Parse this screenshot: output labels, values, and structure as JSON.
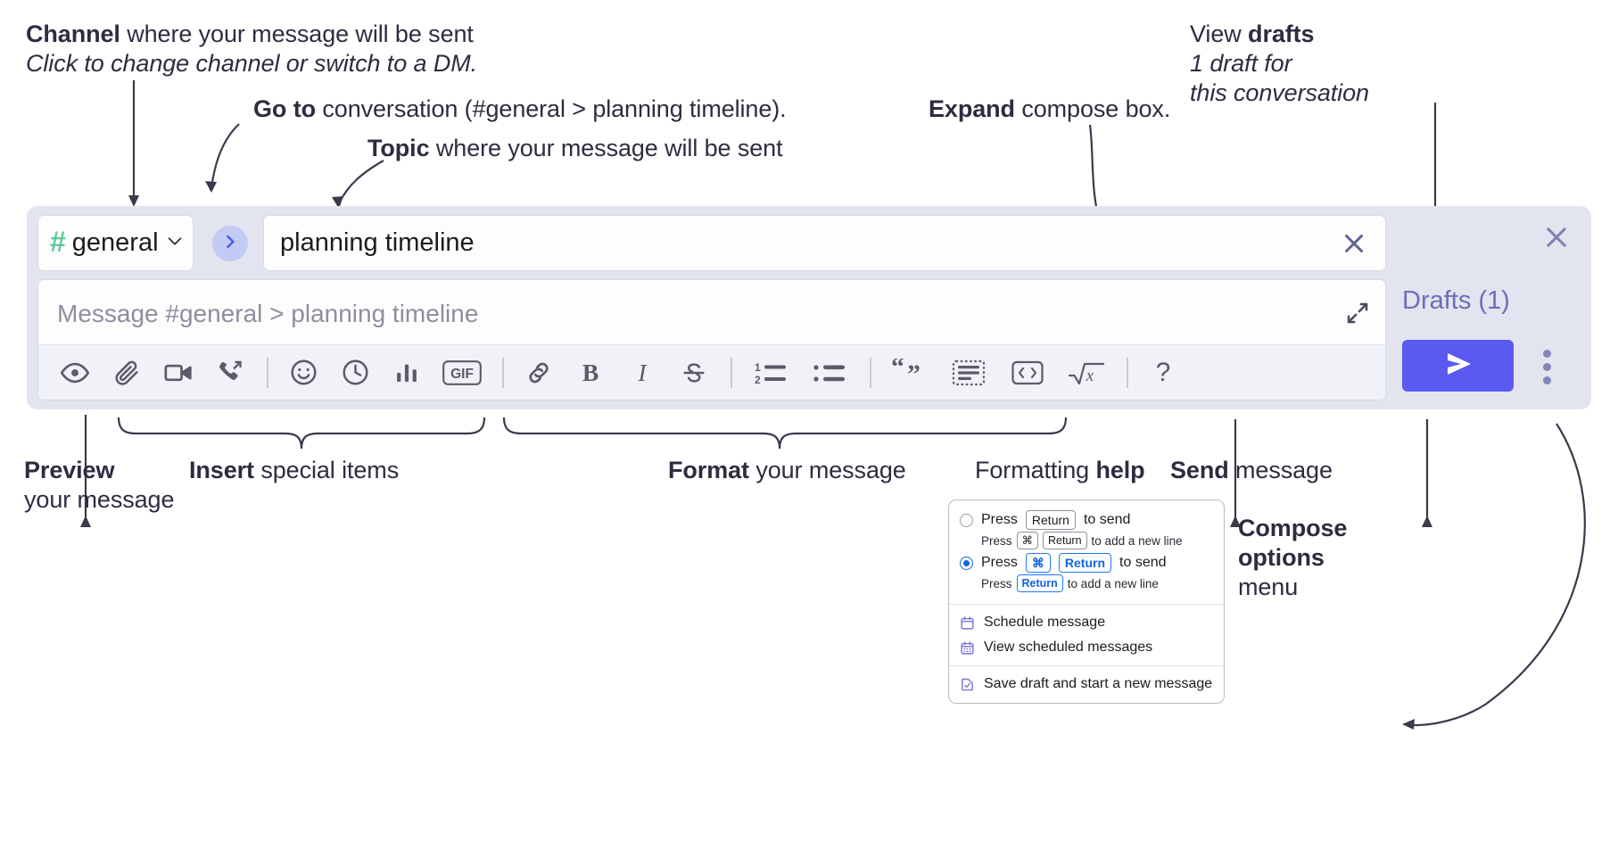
{
  "annotations": {
    "channel": {
      "bold": "Channel",
      "rest": " where your message will be sent",
      "italic": "Click to change channel or switch to a DM."
    },
    "goto": {
      "bold": "Go to",
      "rest": " conversation (#general > planning timeline)."
    },
    "topic": {
      "bold": "Topic",
      "rest": " where your message will be sent"
    },
    "expand": {
      "bold": "Expand",
      "rest": " compose box."
    },
    "drafts": {
      "pre": "View ",
      "bold": "drafts",
      "italic1": "1 draft for",
      "italic2": "this conversation"
    },
    "preview": {
      "bold": "Preview",
      "rest": "your message"
    },
    "insert": {
      "bold": "Insert",
      "rest": " special items"
    },
    "format": {
      "bold": "Format",
      "rest": " your message"
    },
    "help": {
      "pre": "Formatting ",
      "bold": "help"
    },
    "send": {
      "bold": "Send",
      "rest": " message"
    },
    "compose_options": {
      "bold1": "Compose",
      "bold2": "options",
      "rest": "menu"
    }
  },
  "compose": {
    "channel": {
      "hash": "#",
      "name": "general",
      "chevron_icon": "chevron-down-icon"
    },
    "goto_icon": "chevron-right-icon",
    "topic": {
      "value": "planning timeline",
      "clear_icon": "close-icon"
    },
    "message": {
      "placeholder": "Message #general > planning timeline",
      "expand_icon": "expand-icon"
    },
    "drafts_label": "Drafts (1)",
    "close_icon": "close-icon",
    "send_icon": "send-icon",
    "options_icon": "more-vertical-icon",
    "toolbar": [
      {
        "name": "preview-icon",
        "label": "Preview"
      },
      {
        "name": "attachment-icon",
        "label": "Attach file"
      },
      {
        "name": "video-icon",
        "label": "Video clip"
      },
      {
        "name": "audio-call-icon",
        "label": "Audio clip"
      },
      {
        "name": "separator",
        "label": ""
      },
      {
        "name": "emoji-icon",
        "label": "Emoji"
      },
      {
        "name": "reminder-clock-icon",
        "label": "Reminder"
      },
      {
        "name": "poll-bar-chart-icon",
        "label": "Poll"
      },
      {
        "name": "gif-icon",
        "label": "GIF"
      },
      {
        "name": "separator",
        "label": ""
      },
      {
        "name": "link-icon",
        "label": "Link"
      },
      {
        "name": "bold-icon",
        "label": "B"
      },
      {
        "name": "italic-icon",
        "label": "I"
      },
      {
        "name": "strikethrough-icon",
        "label": "S"
      },
      {
        "name": "separator",
        "label": ""
      },
      {
        "name": "ordered-list-icon",
        "label": "Ordered list"
      },
      {
        "name": "bulleted-list-icon",
        "label": "Bulleted list"
      },
      {
        "name": "separator",
        "label": ""
      },
      {
        "name": "blockquote-icon",
        "label": "Blockquote"
      },
      {
        "name": "code-block-icon",
        "label": "Code block"
      },
      {
        "name": "inline-code-icon",
        "label": "Code"
      },
      {
        "name": "latex-icon",
        "label": "LaTeX"
      },
      {
        "name": "separator",
        "label": ""
      },
      {
        "name": "help-icon",
        "label": "?"
      }
    ]
  },
  "options_menu": {
    "option1": {
      "selected": false,
      "press": "Press",
      "key": "Return",
      "to_send": "to send",
      "sub_press": "Press",
      "sub_key1": "⌘",
      "sub_key2": "Return",
      "sub_tail": "to add a new line"
    },
    "option2": {
      "selected": true,
      "press": "Press",
      "key1": "⌘",
      "key2": "Return",
      "to_send": "to send",
      "sub_press": "Press",
      "sub_key": "Return",
      "sub_tail": "to add a new line"
    },
    "items": [
      {
        "icon": "calendar-schedule-icon",
        "label": "Schedule message"
      },
      {
        "icon": "calendar-grid-icon",
        "label": "View scheduled messages"
      },
      {
        "icon": "save-draft-icon",
        "label": "Save draft and start a new message"
      }
    ]
  },
  "colors": {
    "widget_bg": "#e2e4f0",
    "send_button": "#5a5af2",
    "hash_green": "#5ecb96",
    "drafts_text": "#6b6fb8",
    "goto_circle": "#c3caf4",
    "accent_blue": "#1264e0"
  }
}
